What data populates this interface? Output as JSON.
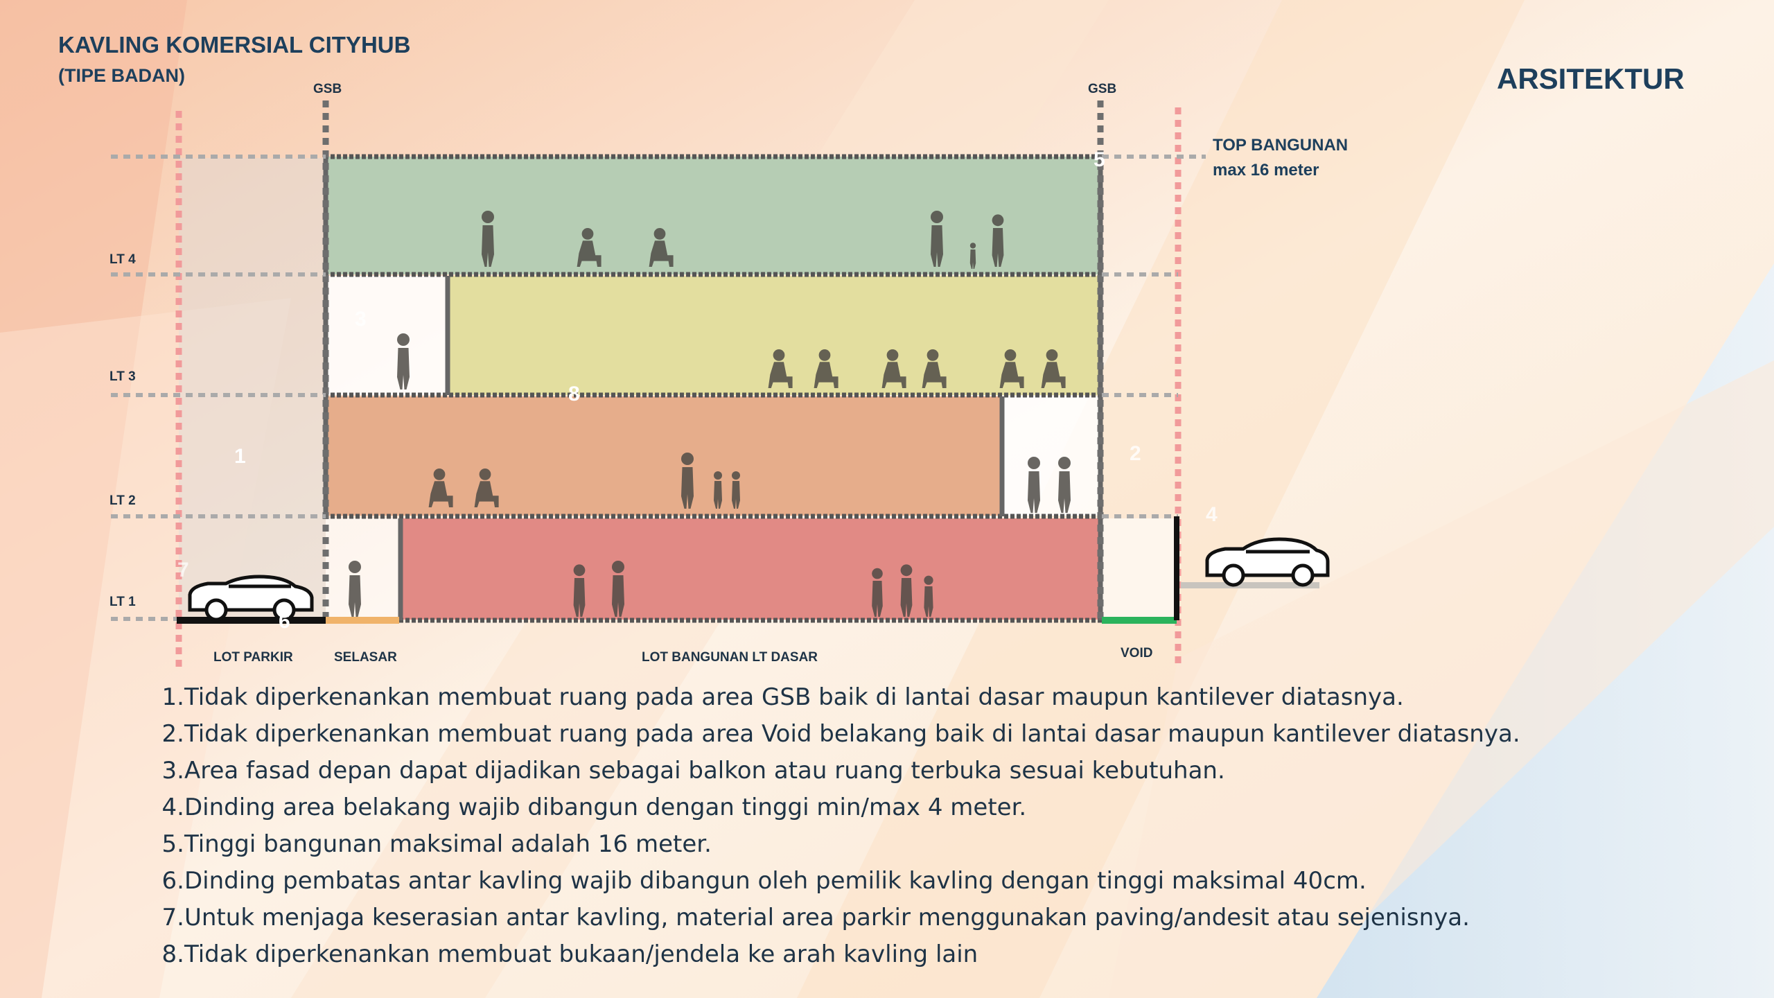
{
  "header": {
    "title": "KAVLING KOMERSIAL CITYHUB",
    "subtitle": "(TIPE BADAN)",
    "section": "ARSITEKTUR"
  },
  "diagram": {
    "gsb_left": "GSB",
    "gsb_right": "GSB",
    "top_label_1": "TOP BANGUNAN",
    "top_label_2": "max 16 meter",
    "floors": [
      "LT 4",
      "LT 3",
      "LT 2",
      "LT 1"
    ],
    "zones": [
      "LOT PARKIR",
      "SELASAR",
      "LOT BANGUNAN LT DASAR",
      "VOID"
    ],
    "markers": [
      "1",
      "2",
      "3",
      "4",
      "5",
      "6",
      "7",
      "8"
    ],
    "colors": {
      "floor4": "#b6cdb4",
      "floor3": "#e3de9f",
      "floor2": "#e6ad8b",
      "floor1": "#e18a85",
      "gsb_line": "#f19a9a",
      "selasar_strip": "#f0b36a",
      "void_strip": "#2bb35c"
    }
  },
  "rules": [
    {
      "n": "1.",
      "text": "Tidak diperkenankan membuat ruang pada area GSB baik di lantai dasar maupun kantilever diatasnya."
    },
    {
      "n": "2.",
      "text": "Tidak diperkenankan membuat ruang pada area Void belakang baik di lantai dasar maupun kantilever diatasnya."
    },
    {
      "n": "3.",
      "text": "Area fasad depan dapat dijadikan sebagai balkon atau ruang terbuka sesuai kebutuhan."
    },
    {
      "n": "4.",
      "text": "Dinding area belakang wajib dibangun dengan tinggi min/max 4 meter."
    },
    {
      "n": "5.",
      "text": "Tinggi bangunan maksimal adalah 16 meter."
    },
    {
      "n": "6.",
      "text": "Dinding pembatas antar kavling wajib dibangun oleh pemilik kavling dengan tinggi maksimal 40cm."
    },
    {
      "n": "7.",
      "text": "Untuk menjaga keserasian antar kavling, material area parkir menggunakan paving/andesit atau sejenisnya."
    },
    {
      "n": "8.",
      "text": "Tidak diperkenankan membuat bukaan/jendela ke arah kavling lain"
    }
  ]
}
